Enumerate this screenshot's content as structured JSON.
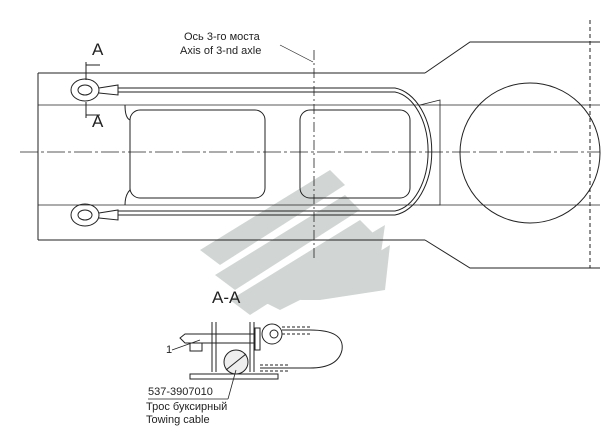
{
  "axis_label_ru": "Ось 3-го моста",
  "axis_label_en": "Axis of 3-nd axle",
  "section_marker_top": "A",
  "section_marker_bottom": "A",
  "section_title": "A-A",
  "callout_number": "1",
  "part_number": "537-3907010",
  "part_name_ru": "Трос буксирный",
  "part_name_en": "Towing cable",
  "colors": {
    "line": "#222222",
    "watermark": "#c8cfcc"
  }
}
